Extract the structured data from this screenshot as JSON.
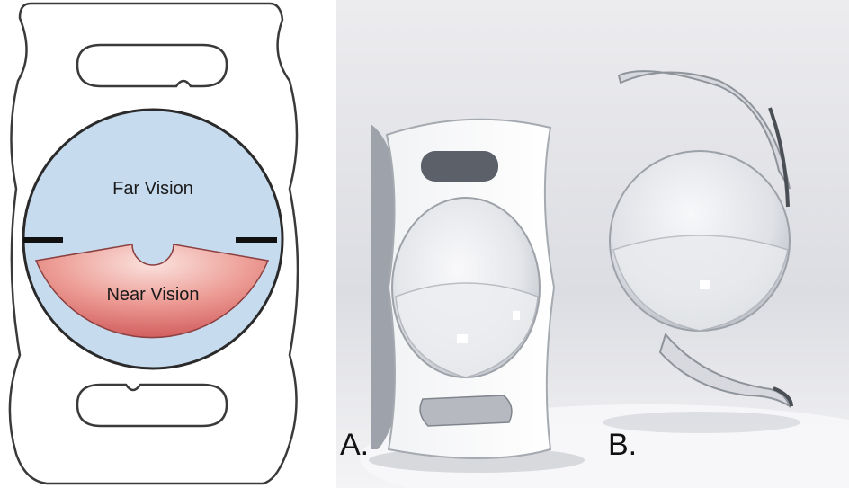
{
  "diagram": {
    "far_label": "Far Vision",
    "near_label": "Near Vision",
    "colors": {
      "far_zone": "#c7dbee",
      "near_zone": "#e37e7e",
      "outline": "#333333"
    }
  },
  "photo": {
    "panel_a_label": "A.",
    "panel_b_label": "B.",
    "background_color": "#e6e8ec"
  }
}
